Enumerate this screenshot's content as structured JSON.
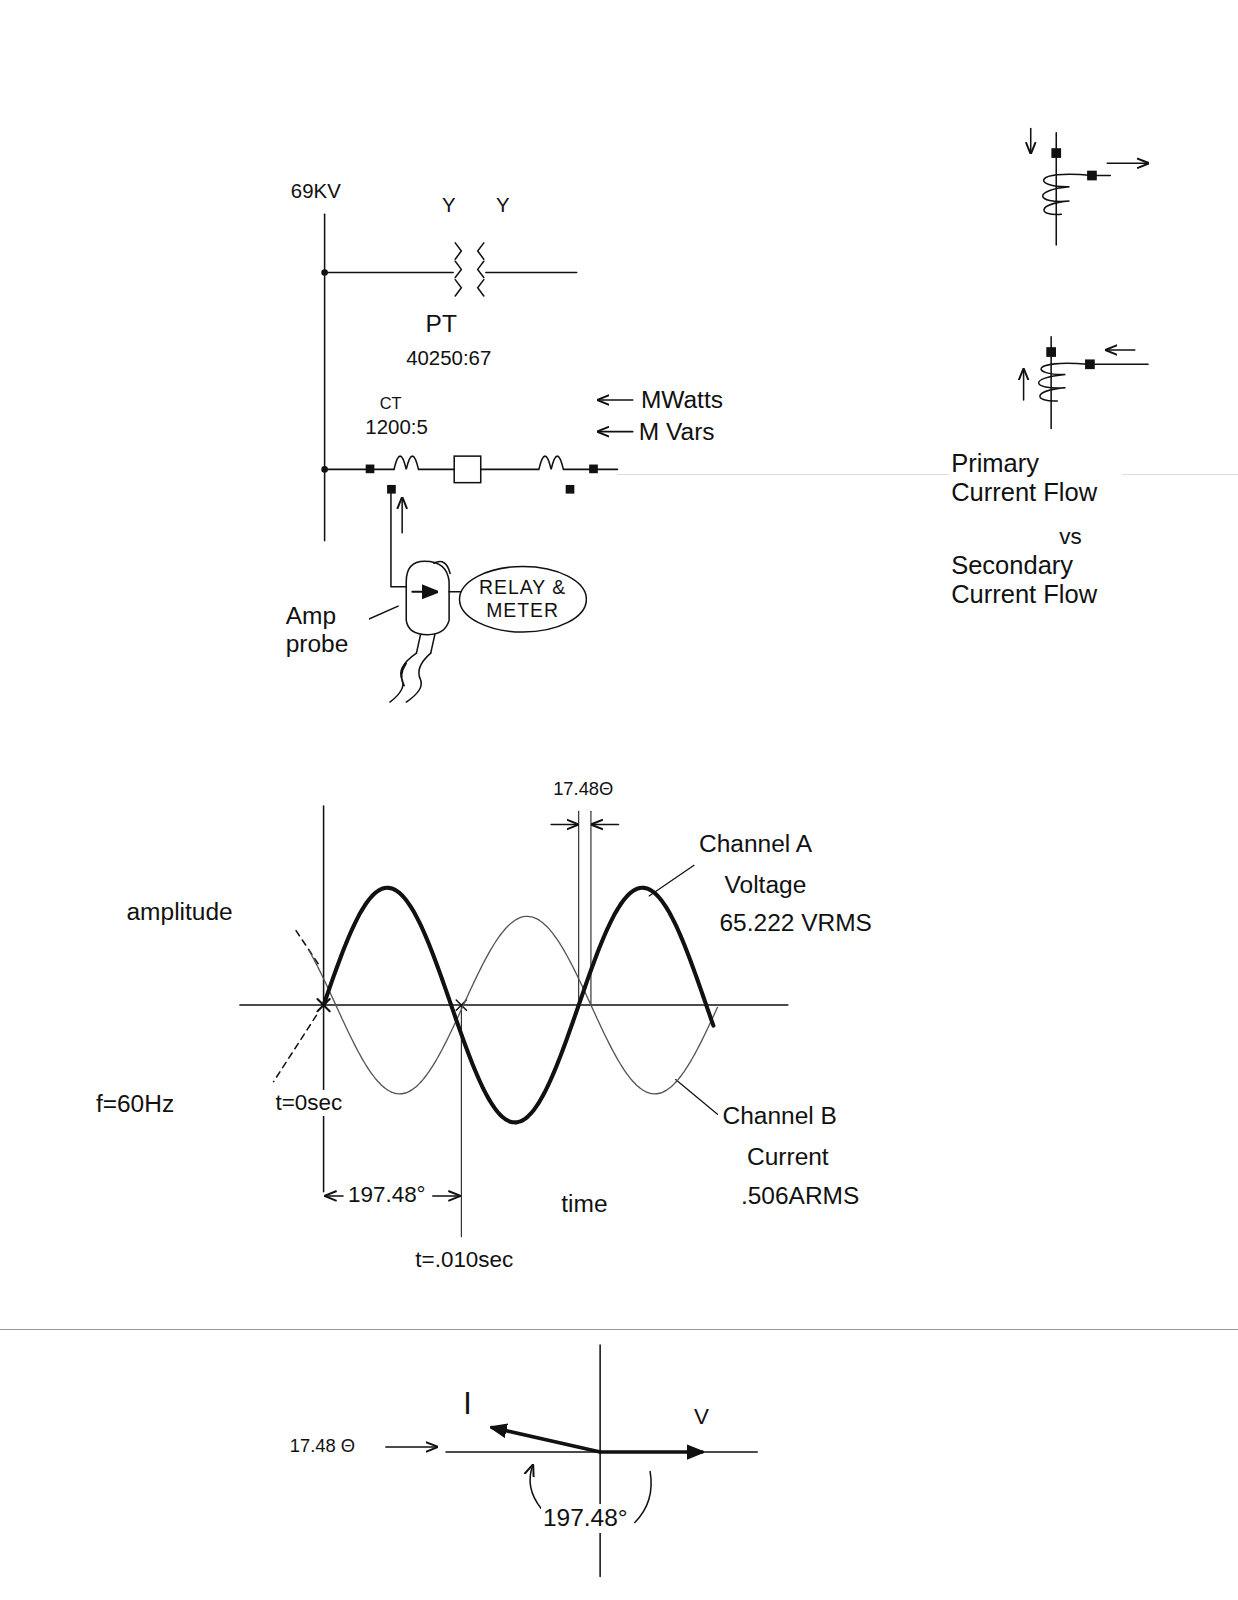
{
  "diagram": {
    "nodes": [
      {
        "text": [
          "RELAY & METER"
        ]
      }
    ],
    "labels": [
      "69KV",
      "Y",
      "Y",
      "PT",
      "40250:67",
      "CT",
      "1200:5",
      "MWatts",
      "M Vars",
      "Amp probe",
      "Primary Current Flow",
      "vs",
      "Secondary Current Flow",
      "17.48Θ",
      "Channel A",
      "Voltage",
      "65.222 VRMS",
      "amplitude",
      "f=60Hz",
      "t=0sec",
      "197.48°",
      "time",
      "t=.010sec",
      "Channel B",
      "Current",
      ".506ARMS",
      "17.48 Θ",
      "I",
      "V",
      "197.48°"
    ]
  }
}
